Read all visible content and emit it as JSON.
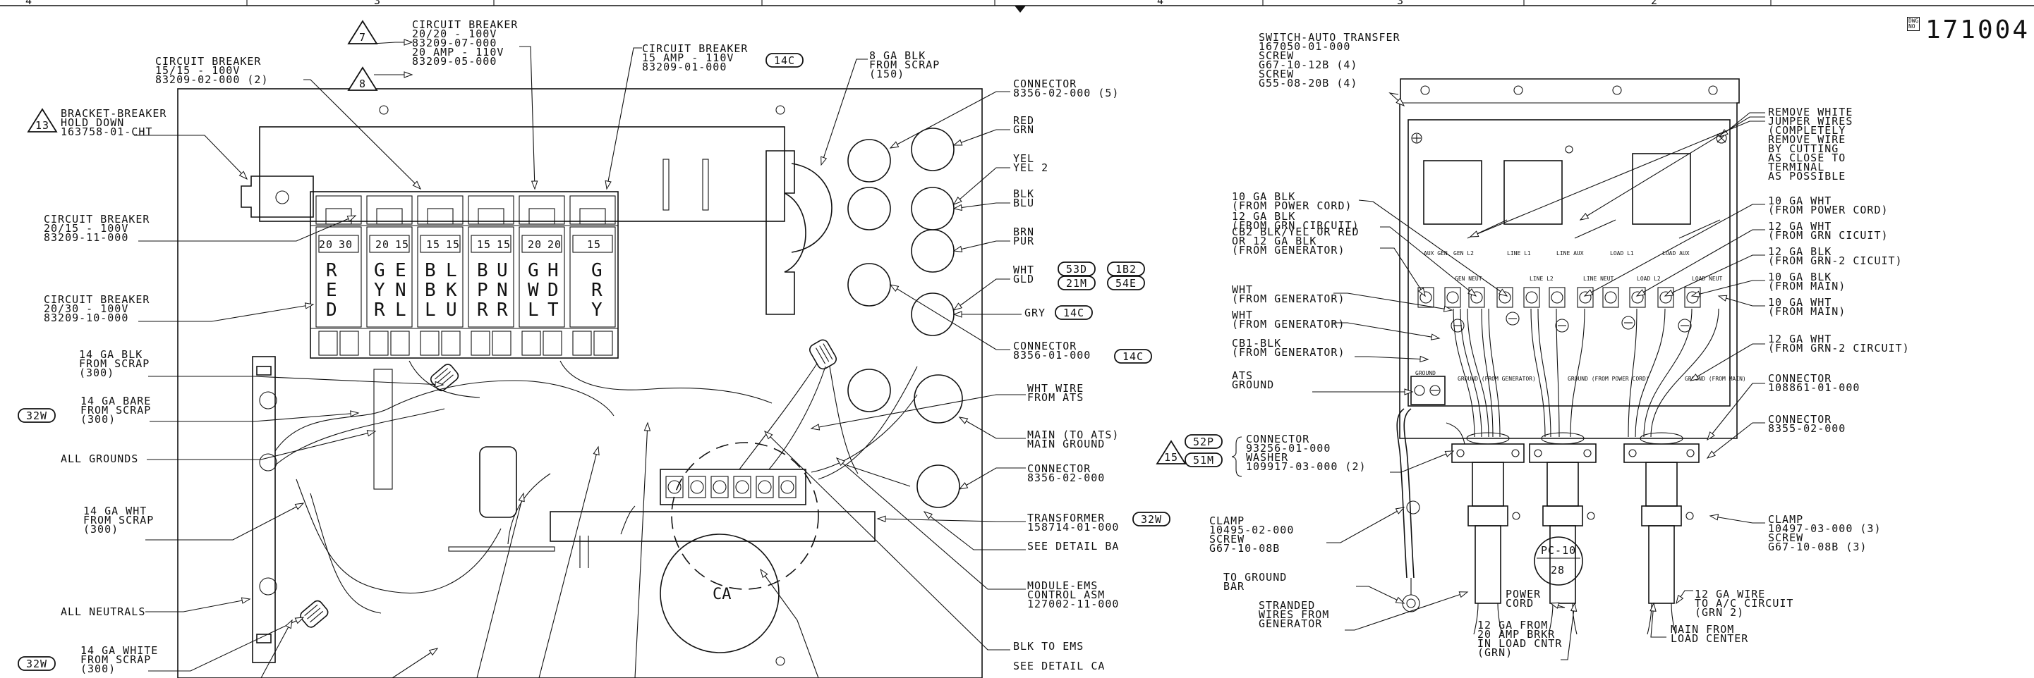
{
  "header": {
    "zone_marks": [
      "4",
      "3",
      "2"
    ],
    "dwg_label": [
      "DWG",
      "NO"
    ],
    "dwg_number": "171004"
  },
  "left_panel": {
    "labels": [
      [
        "BRACKET-BREAKER",
        "HOLD DOWN",
        "163758-01-CHT"
      ],
      [
        "CIRCUIT BREAKER",
        "15/15 - 100V",
        "83209-02-000 (2)"
      ],
      [
        "CIRCUIT BREAKER",
        "20/20 - 100V",
        "83209-07-000",
        "20 AMP - 110V",
        "83209-05-000"
      ],
      [
        "CIRCUIT BREAKER",
        "15 AMP - 110V",
        "83209-01-000"
      ],
      [
        "8 GA BLK",
        "FROM SCRAP",
        "(150)"
      ],
      [
        "CIRCUIT BREAKER",
        "20/15 - 100V",
        "83209-11-000"
      ],
      [
        "CIRCUIT BREAKER",
        "20/30 - 100V",
        "83209-10-000"
      ],
      [
        "14 GA BLK",
        "FROM SCRAP",
        "(300)"
      ],
      [
        "14 GA BARE",
        "FROM SCRAP",
        "(300)"
      ],
      [
        "ALL GROUNDS"
      ],
      [
        "14 GA WHT",
        "FROM SCRAP",
        "(300)"
      ],
      [
        "ALL NEUTRALS"
      ],
      [
        "14 GA WHITE",
        "FROM SCRAP",
        "(300)"
      ],
      [
        "CONNECTOR",
        "8356-02-000 (5)"
      ],
      [
        "RED",
        "GRN"
      ],
      [
        "YEL",
        "YEL 2"
      ],
      [
        "BLK",
        "BLU"
      ],
      [
        "BRN",
        "PUR"
      ],
      [
        "WHT",
        "GLD"
      ],
      [
        "GRY"
      ],
      [
        "CONNECTOR",
        "8356-01-000"
      ],
      [
        "WHT WIRE",
        "FROM ATS"
      ],
      [
        "MAIN (TO ATS)",
        "MAIN GROUND"
      ],
      [
        "CONNECTOR",
        "8356-02-000"
      ],
      [
        "TRANSFORMER",
        "158714-01-000"
      ],
      [
        "SEE DETAIL BA"
      ],
      [
        "MODULE-EMS",
        "CONTROL ASM",
        "127002-11-000"
      ],
      [
        "BLK TO EMS"
      ],
      [
        "SEE DETAIL CA"
      ]
    ],
    "tags": [
      "14C",
      "53D",
      "1B2",
      "21M",
      "54E",
      "14C",
      "14C",
      "32W",
      "32W",
      "32W"
    ],
    "revs": [
      "13",
      "7",
      "8"
    ],
    "breaker_ratings": [
      "20",
      "30",
      "20",
      "15",
      "15",
      "15",
      "15",
      "15",
      "20",
      "20",
      "15"
    ],
    "breaker_letters": [
      "R",
      "E",
      "D",
      "G",
      "Y",
      "R",
      "E",
      "N",
      "L",
      "B",
      "B",
      "L",
      "L",
      "K",
      "U",
      "B",
      "P",
      "R",
      "U",
      "N",
      "R",
      "G",
      "W",
      "L",
      "H",
      "D",
      "T",
      "G",
      "R",
      "Y"
    ],
    "detail_ca": "CA"
  },
  "right_panel": {
    "labels": [
      [
        "SWITCH-AUTO TRANSFER",
        "167050-01-000",
        "SCREW",
        "G67-10-12B (4)",
        "SCREW",
        "G55-08-20B (4)"
      ],
      [
        "10 GA BLK",
        "(FROM POWER CORD)"
      ],
      [
        "12 GA BLK",
        "(FROM GRN CIRCUIT)"
      ],
      [
        "CB2 BLK/YEL OR RED",
        "OR 12 GA BLK",
        "(FROM GENERATOR)"
      ],
      [
        "WHT",
        "(FROM GENERATOR)"
      ],
      [
        "WHT",
        "(FROM GENERATOR)"
      ],
      [
        "CB1-BLK",
        "(FROM GENERATOR)"
      ],
      [
        "ATS",
        "GROUND"
      ],
      [
        "CONNECTOR",
        "93256-01-000"
      ],
      [
        "WASHER",
        "109917-03-000 (2)"
      ],
      [
        "CLAMP",
        "10495-02-000",
        "SCREW",
        "G67-10-08B"
      ],
      [
        "TO GROUND",
        "BAR"
      ],
      [
        "STRANDED",
        "WIRES FROM",
        "GENERATOR"
      ],
      [
        "12 GA FROM",
        "20 AMP BRKR",
        "IN LOAD CNTR",
        "(GRN)"
      ],
      [
        "POWER",
        "CORD"
      ],
      [
        "MAIN FROM",
        "LOAD CENTER"
      ],
      [
        "12 GA WIRE",
        "TO A/C CIRCUIT",
        "(GRN 2)"
      ],
      [
        "REMOVE WHITE",
        "JUMPER WIRES",
        "(COMPLETELY",
        "REMOVE WIRE",
        "BY CUTTING",
        "AS CLOSE TO",
        "TERMINAL",
        "AS POSSIBLE"
      ],
      [
        "10 GA WHT",
        "(FROM POWER CORD)"
      ],
      [
        "12 GA WHT",
        "(FROM GRN CICUIT)"
      ],
      [
        "12 GA BLK",
        "(FROM GRN-2 CICUIT)"
      ],
      [
        "10 GA BLK",
        "(FROM MAIN)"
      ],
      [
        "10 GA WHT",
        "(FROM MAIN)"
      ],
      [
        "12 GA WHT",
        "(FROM GRN-2 CIRCUIT)"
      ],
      [
        "CONNECTOR",
        "108861-01-000"
      ],
      [
        "CONNECTOR",
        "8355-02-000"
      ],
      [
        "CLAMP",
        "10497-03-000 (3)",
        "SCREW",
        "G67-10-08B (3)"
      ]
    ],
    "tags": [
      "52P",
      "51M"
    ],
    "revs": [
      "15"
    ],
    "pc_badge": [
      "PC-10",
      "28"
    ],
    "terminal_labels": [
      "AUX GEN",
      "GEN L2",
      "LINE L1",
      "LINE AUX",
      "LOAD L1",
      "LOAD AUX",
      "GEN NEUT",
      "LINE L2",
      "LINE NEUT",
      "LOAD L2",
      "LOAD NEUT"
    ],
    "small_texts": [
      "GROUND",
      "GROUND (FROM GENERATOR)",
      "GROUND (FROM POWER CORD)",
      "GROUND (FROM MAIN)"
    ]
  }
}
